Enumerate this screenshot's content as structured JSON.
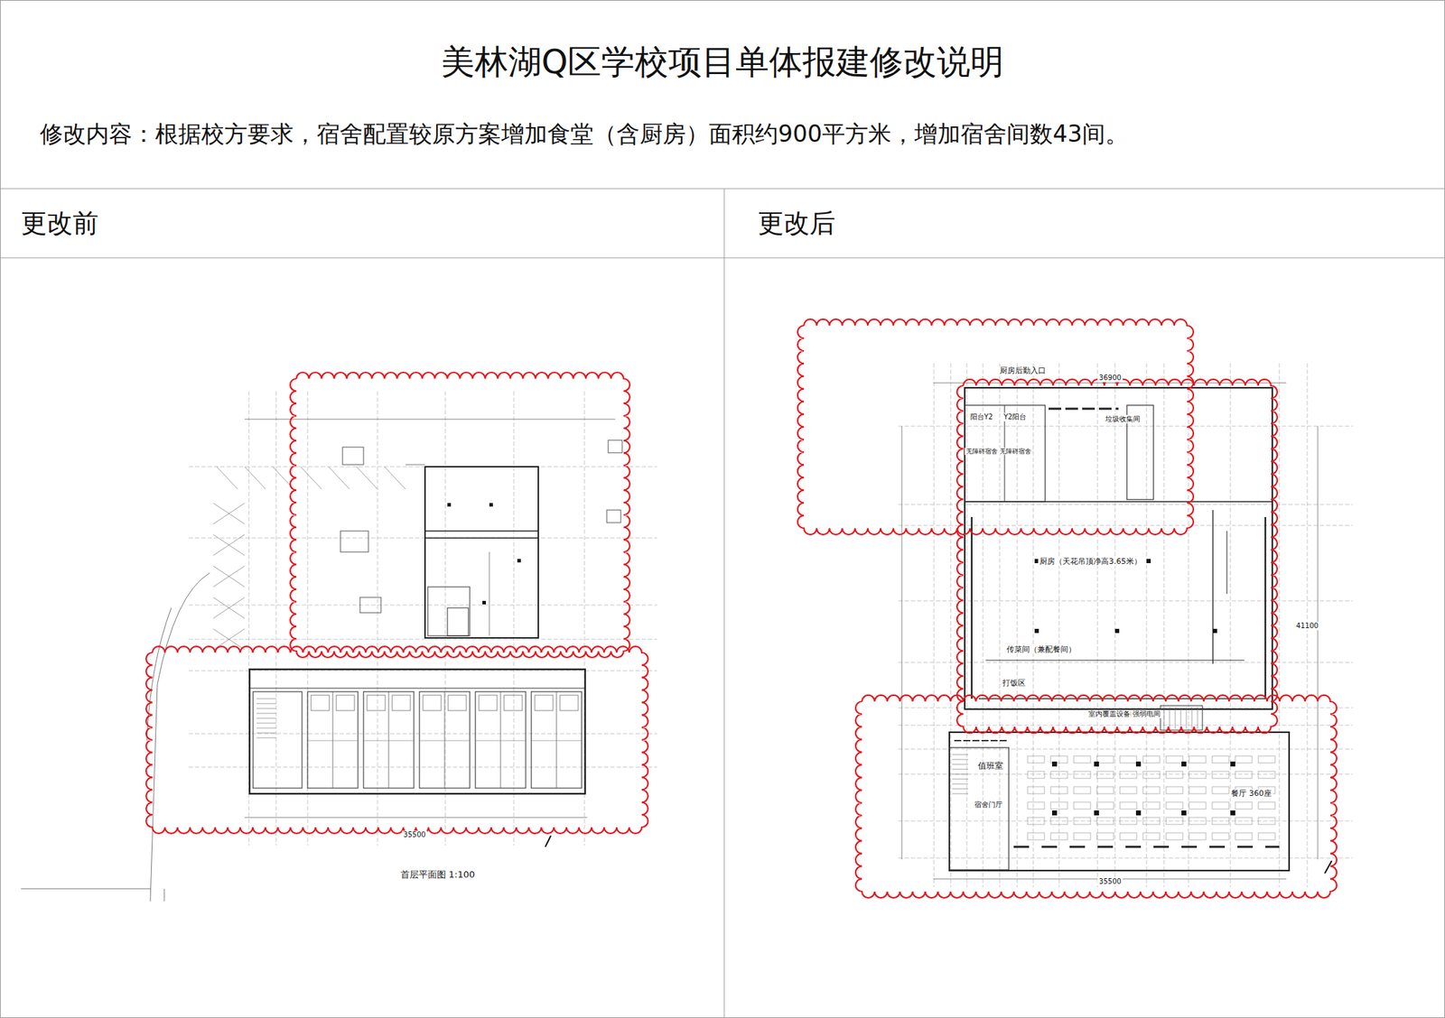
{
  "diagram": {
    "title": "美林湖Q区学校项目单体报建修改说明",
    "nodes": [
      {
        "text": [
          "更改前"
        ]
      },
      {
        "text": [
          "更改后"
        ]
      }
    ],
    "labels": [
      "修改内容：根据校方要求，宿舍配置较原方案增加食堂（含厨房）面积约900平方米，增加宿舍间数43间。",
      "首层平面图 1:100",
      "35500",
      "厨房后勤入口",
      "阳台Y2",
      "Y2阳台",
      "垃圾收集间",
      "无障碍宿舍",
      "无障碍宿舍",
      "厨房（天花吊顶净高3.65米）",
      "传菜间（兼配餐间）",
      "打饭区",
      "室内覆盖设备间",
      "强弱电间",
      "值班室",
      "宿舍门厅",
      "餐厅 360座",
      "36900",
      "35500",
      "41100"
    ]
  }
}
